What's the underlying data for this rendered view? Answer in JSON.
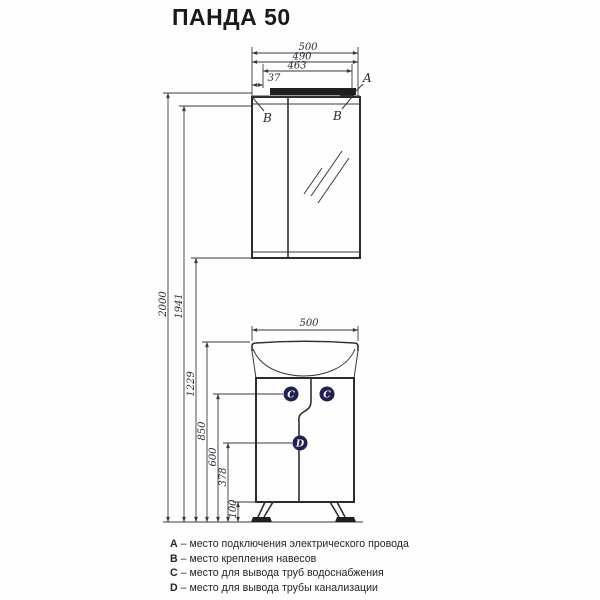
{
  "title": "ПАНДА 50",
  "dims": {
    "top_500": "500",
    "top_490": "490",
    "top_463": "463",
    "top_37": "37",
    "left_2000": "2000",
    "left_1941": "1941",
    "left_1229": "1229",
    "left_850": "850",
    "left_600": "600",
    "left_378": "378",
    "left_100": "100",
    "vanity_500": "500"
  },
  "markers": {
    "a": "A",
    "b_left": "B",
    "b_right": "B",
    "c_left": "C",
    "c_right": "C",
    "d": "D"
  },
  "legend": [
    {
      "key": "A",
      "text": "– место подключения электрического провода"
    },
    {
      "key": "B",
      "text": "– место крепления навесов"
    },
    {
      "key": "C",
      "text": "– место для вывода труб водоснабжения"
    },
    {
      "key": "D",
      "text": "– место для вывода трубы канализации"
    }
  ],
  "colors": {
    "line": "#3a3a3a",
    "marker_bg": "#1e2152",
    "marker_text": "#ffffff"
  }
}
